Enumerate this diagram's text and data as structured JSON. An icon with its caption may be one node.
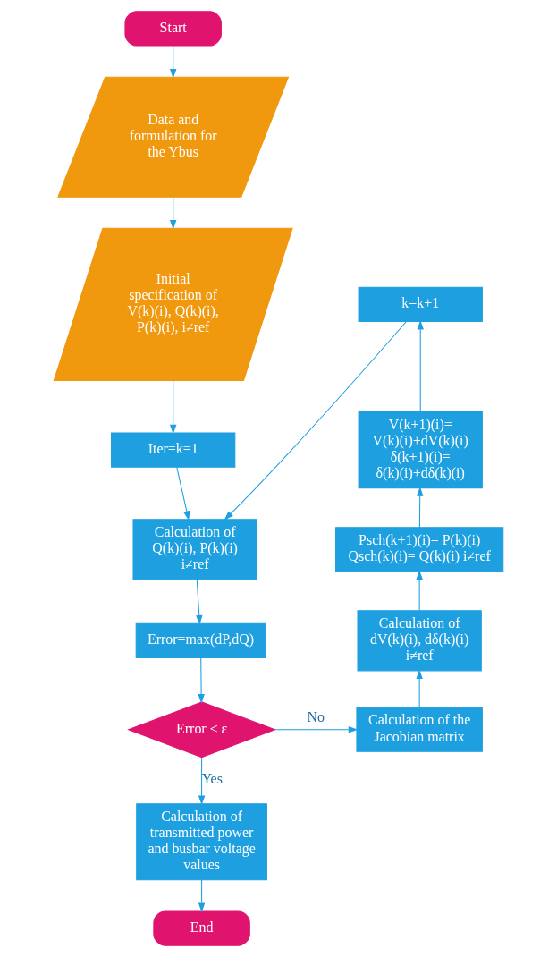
{
  "diagram": {
    "nodes": [
      {
        "text": [
          "Start"
        ]
      },
      {
        "text": [
          "Data and formulation for the Ybus"
        ]
      },
      {
        "text": [
          "Initial specification of V(k)(i), Q(k)(i), P(k)(i), i≠ref"
        ]
      },
      {
        "text": [
          "Iter=k=1"
        ]
      },
      {
        "text": [
          "Calculation of Q(k)(i), P(k)(i) i≠ref"
        ]
      },
      {
        "text": [
          "Error=max(dP,dQ)"
        ]
      },
      {
        "text": [
          "Error ≤ ε"
        ]
      },
      {
        "text": [
          "Calculation of transmitted power and busbar voltage values"
        ]
      },
      {
        "text": [
          "End"
        ]
      },
      {
        "text": [
          "Calculation of the Jacobian matrix"
        ]
      },
      {
        "text": [
          "Calculation of dV(k)(i), dδ(k)(i) i≠ref"
        ]
      },
      {
        "text": [
          "Psch(k+1)(i)= P(k)(i) Qsch(k)(i)= Q(k)(i) i≠ref"
        ]
      },
      {
        "text": [
          "V(k+1)(i)= V(k)(i)+dV(k)(i) δ(k+1)(i)= δ(k)(i)+dδ(k)(i)"
        ]
      },
      {
        "text": [
          "k=k+1"
        ]
      }
    ],
    "edges": [
      {
        "from": 0,
        "to": 1,
        "arrow": "to"
      },
      {
        "from": 1,
        "to": 2,
        "arrow": "to"
      },
      {
        "from": 2,
        "to": 3,
        "arrow": "to"
      },
      {
        "from": 3,
        "to": 4,
        "arrow": "to"
      },
      {
        "from": 4,
        "to": 5,
        "arrow": "to"
      },
      {
        "from": 5,
        "to": 6,
        "arrow": "to"
      },
      {
        "from": 6,
        "to": 7,
        "arrow": "to",
        "label": "Yes"
      },
      {
        "from": 7,
        "to": 8,
        "arrow": "to"
      },
      {
        "from": 6,
        "to": 9,
        "arrow": "to",
        "label": "No"
      },
      {
        "from": 9,
        "to": 10,
        "arrow": "to"
      },
      {
        "from": 10,
        "to": 11,
        "arrow": "to"
      },
      {
        "from": 11,
        "to": 12,
        "arrow": "to"
      },
      {
        "from": 12,
        "to": 13,
        "arrow": "to"
      },
      {
        "from": 13,
        "to": 4,
        "arrow": "to"
      }
    ]
  }
}
